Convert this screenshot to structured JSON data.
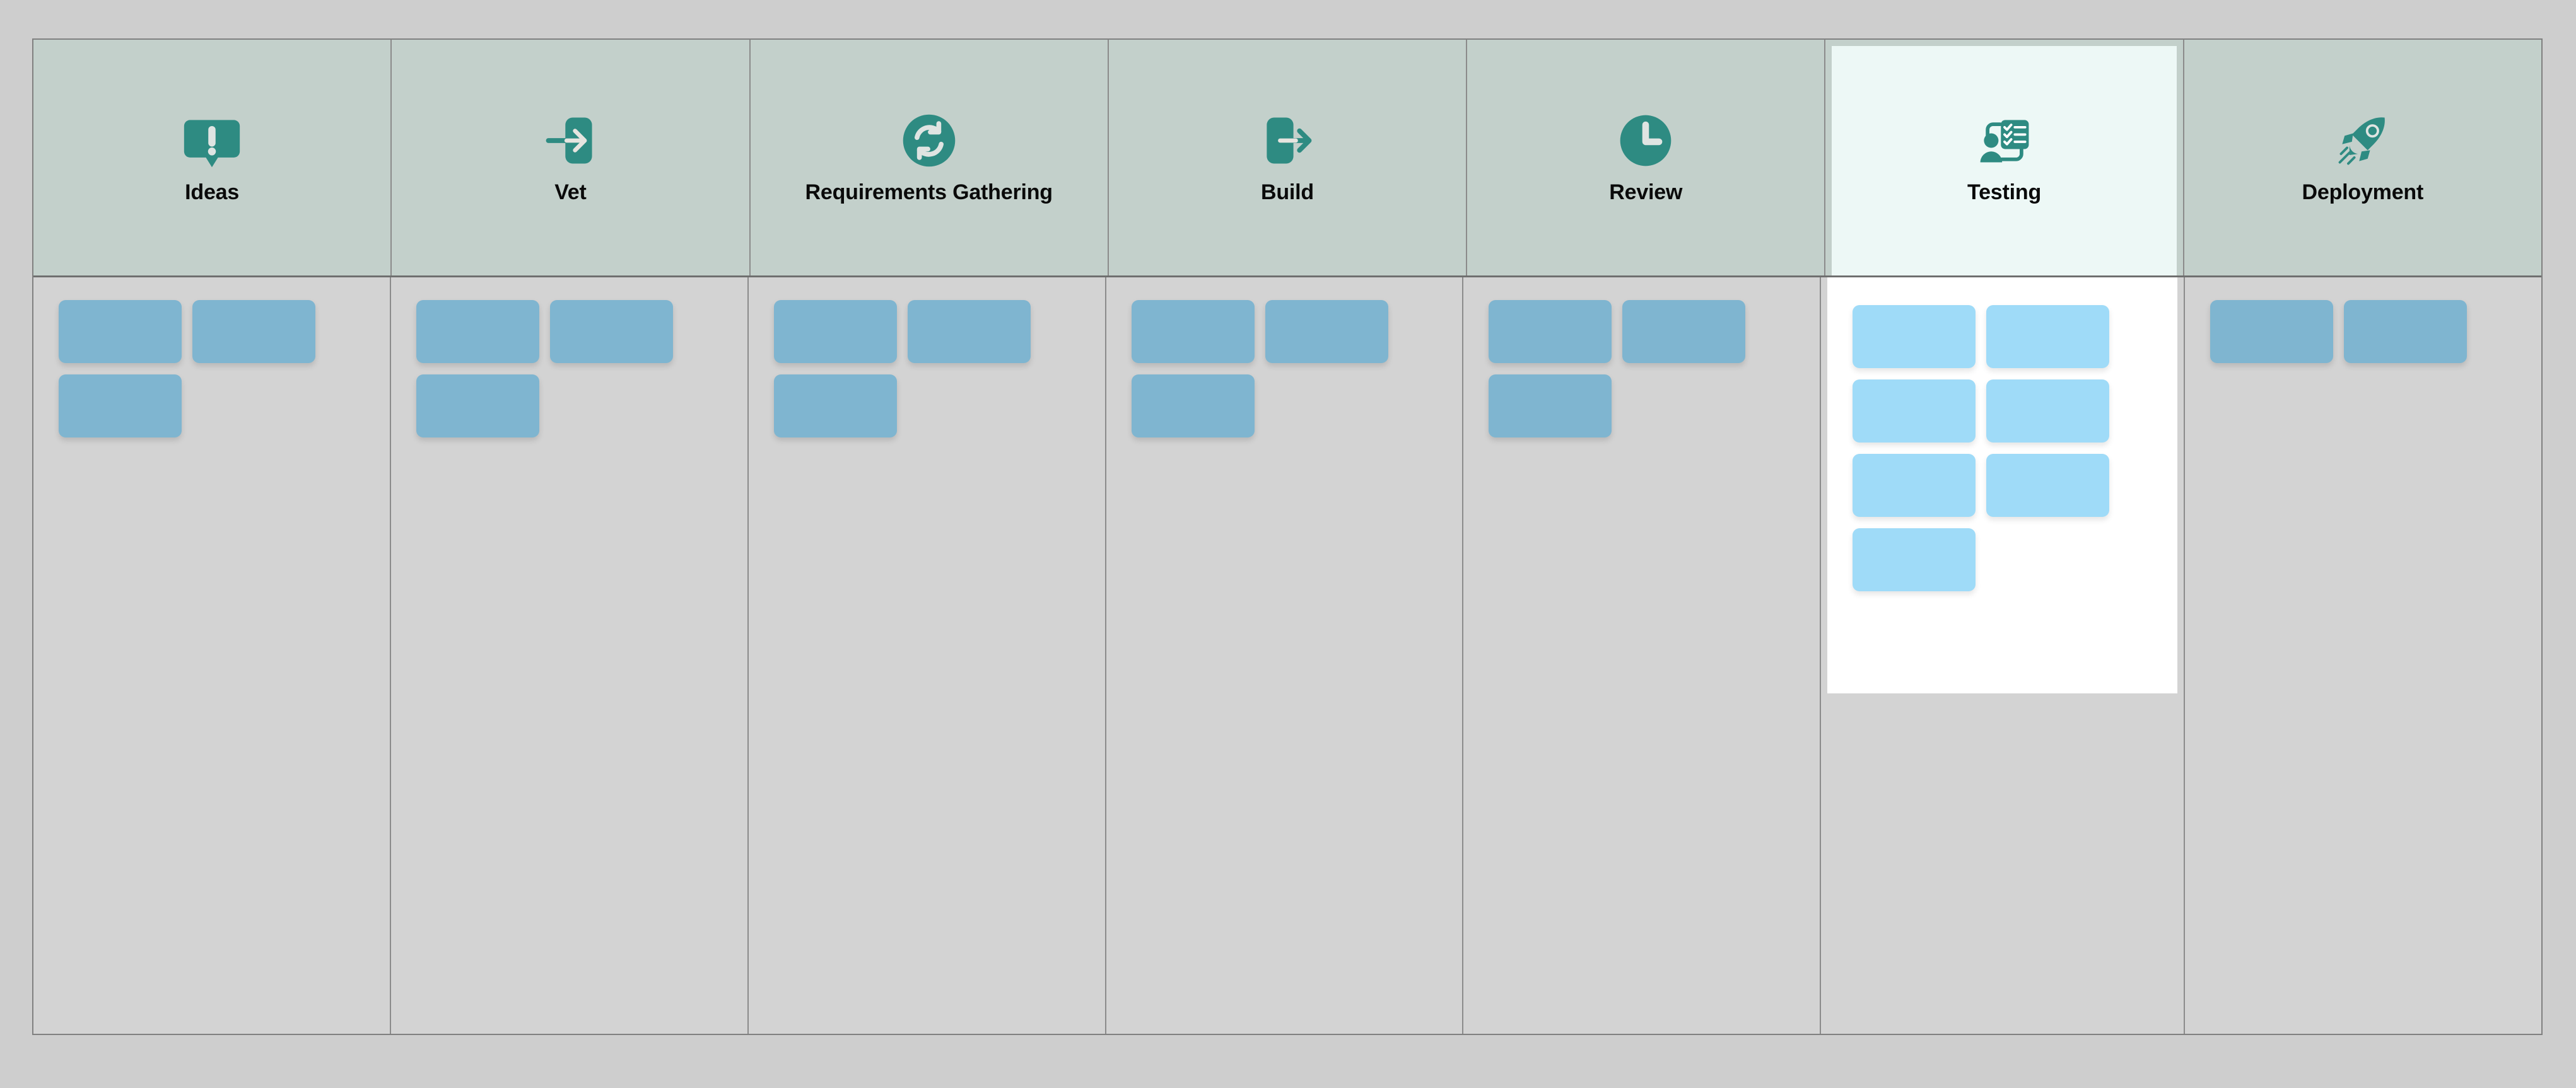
{
  "board": {
    "name": "kanban-workflow-board",
    "background_color": "#cecece",
    "header_background": "#c3d0cb",
    "body_background": "#d3d3d3",
    "accent_color": "#2e8b82",
    "card_color": "#7fb5d0",
    "active_card_color": "#9fdbf8",
    "active_header_color": "#edf8f6",
    "active_drop_zone_color": "#ffffff",
    "border_color": "#8b8b8b"
  },
  "columns": [
    {
      "id": "ideas",
      "title": "Ideas",
      "icon": "exclamation-callout-icon",
      "active": false,
      "card_count": 3
    },
    {
      "id": "vet",
      "title": "Vet",
      "icon": "sign-in-arrow-icon",
      "active": false,
      "card_count": 3
    },
    {
      "id": "requirements-gathering",
      "title": "Requirements Gathering",
      "icon": "sync-refresh-icon",
      "active": false,
      "card_count": 3
    },
    {
      "id": "build",
      "title": "Build",
      "icon": "sign-out-arrow-icon",
      "active": false,
      "card_count": 3
    },
    {
      "id": "review",
      "title": "Review",
      "icon": "clock-icon",
      "active": false,
      "card_count": 3
    },
    {
      "id": "testing",
      "title": "Testing",
      "icon": "person-checklist-icon",
      "active": true,
      "card_count": 7
    },
    {
      "id": "deployment",
      "title": "Deployment",
      "icon": "rocket-icon",
      "active": false,
      "card_count": 2
    }
  ]
}
